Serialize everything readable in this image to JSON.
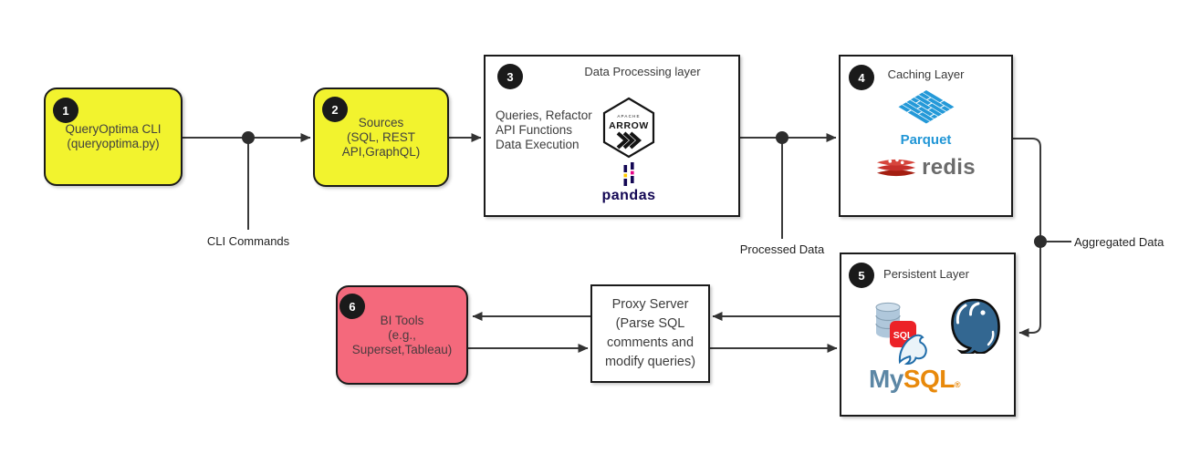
{
  "diagram": {
    "nodes": {
      "cli": {
        "badge": "1",
        "lines": [
          "QueryOptima CLI",
          "(queryoptima.py)"
        ]
      },
      "sources": {
        "badge": "2",
        "lines": [
          "Sources",
          "(SQL, REST",
          "API,GraphQL)"
        ]
      },
      "processing": {
        "badge": "3",
        "title": "Data Processing layer",
        "lines": [
          "Queries, Refactor",
          "API Functions",
          "Data Execution"
        ]
      },
      "caching": {
        "badge": "4",
        "title": "Caching Layer"
      },
      "persistent": {
        "badge": "5",
        "title": "Persistent Layer"
      },
      "bi_tools": {
        "badge": "6",
        "lines": [
          "BI Tools",
          "(e.g.,",
          "Superset,Tableau)"
        ]
      },
      "proxy": {
        "lines": [
          "Proxy Server",
          "(Parse SQL",
          "comments and",
          "modify queries)"
        ]
      }
    },
    "edge_labels": {
      "cli_commands": "CLI Commands",
      "processed_data": "Processed Data",
      "aggregated_data": "Aggregated Data"
    },
    "logos": {
      "apache_arrow": {
        "small": "APACHE",
        "big": "ARROW"
      },
      "pandas": {
        "text": "pandas"
      },
      "parquet": {
        "text": "Parquet"
      },
      "redis": {
        "text": "redis"
      },
      "sql_db": {
        "text": "SQL"
      },
      "mysql": {
        "my": "My",
        "sql": "SQL",
        "reg": "®"
      }
    },
    "colors": {
      "node_yellow": "#F2F32E",
      "node_pink": "#F4697C",
      "border_black": "#1A1A1A",
      "connector": "#3A3A3A",
      "pandas_purple": "#130754",
      "pandas_pink": "#E70488",
      "pandas_yellow": "#FFCA00",
      "parquet_blue": "#2196D6",
      "redis_red": "#C6302B",
      "postgres_blue": "#336791",
      "mysql_blue": "#5C87A5",
      "mysql_orange": "#E8890B",
      "sql_badge_red": "#EC2227"
    }
  }
}
